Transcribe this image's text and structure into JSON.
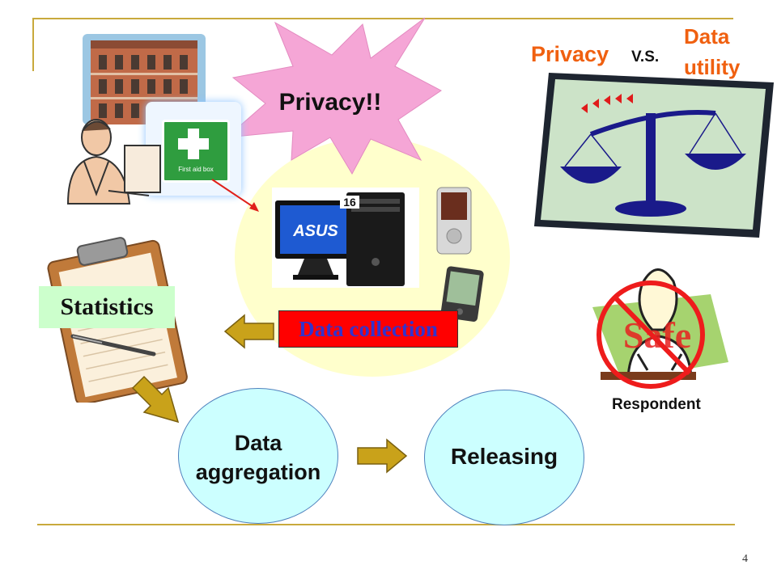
{
  "slide": {
    "page_number": "4",
    "accent_color": "#c8a93c"
  },
  "burst": {
    "label": "Privacy!!",
    "fill": "#f5a6d6"
  },
  "header": {
    "privacy": "Privacy",
    "vs": "V.S.",
    "data_utility_1": "Data",
    "data_utility_2": "utility",
    "accent": "#f06010"
  },
  "firstaid": {
    "label": "First aid box"
  },
  "statistics": {
    "label": "Statistics",
    "bg": "#ccffcc"
  },
  "collection": {
    "label": "Data collection",
    "bg": "#ff0000",
    "text_color": "#3333cc"
  },
  "aggregation": {
    "line1": "Data",
    "line2": "aggregation",
    "fill": "#ccffff"
  },
  "releasing": {
    "label": "Releasing",
    "fill": "#ccffff"
  },
  "safe": {
    "label": "Safe",
    "caption": "Respondent"
  },
  "computer": {
    "brand": "ASUS",
    "badge": "16"
  },
  "icons": [
    "building-icon",
    "person-at-desk-icon",
    "first-aid-box-icon",
    "computer-icon",
    "phone-icon",
    "pda-icon",
    "clipboard-icon",
    "pen-icon",
    "scales-icon",
    "respondent-icon"
  ]
}
